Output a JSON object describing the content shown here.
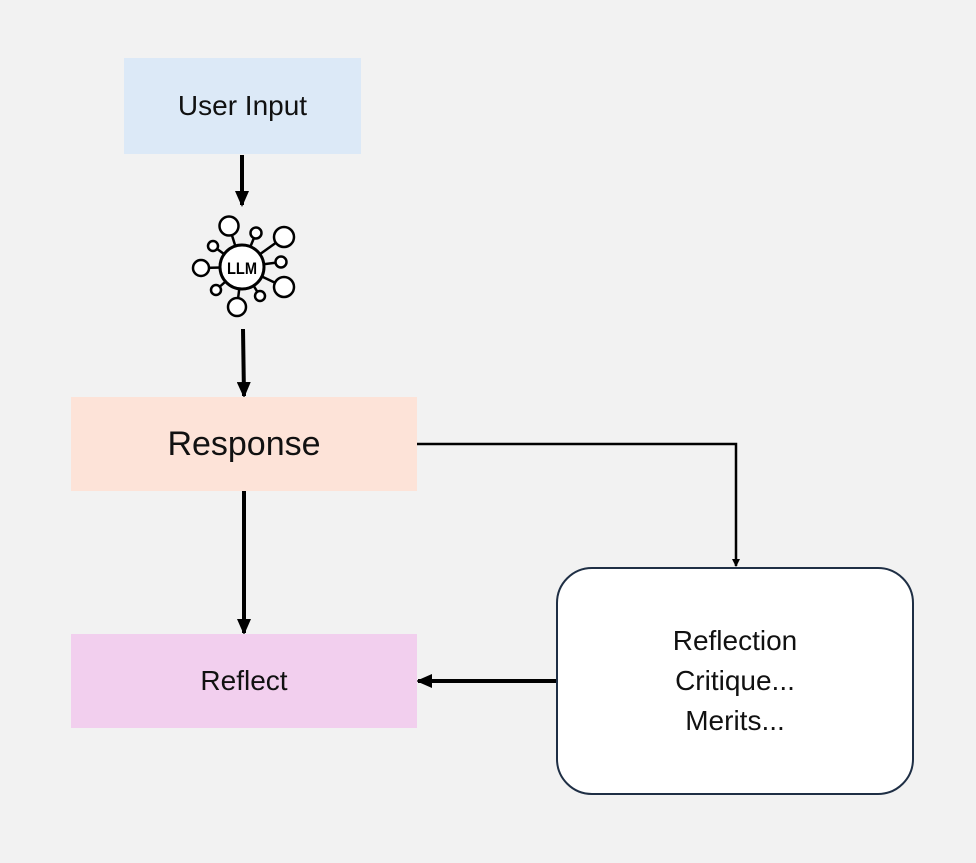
{
  "nodes": {
    "user_input": "User Input",
    "llm_icon_label": "LLM",
    "response": "Response",
    "reflect": "Reflect",
    "reflection_lines": [
      "Reflection",
      "Critique...",
      "Merits..."
    ]
  },
  "icons": {
    "llm": "llm-network-icon"
  },
  "colors": {
    "background": "#f2f2f2",
    "user_input_fill": "#dce9f7",
    "response_fill": "#fde3d8",
    "reflect_fill": "#f2cfee",
    "reflection_fill": "#ffffff",
    "reflection_border": "#1f2f45",
    "arrow": "#000000"
  }
}
